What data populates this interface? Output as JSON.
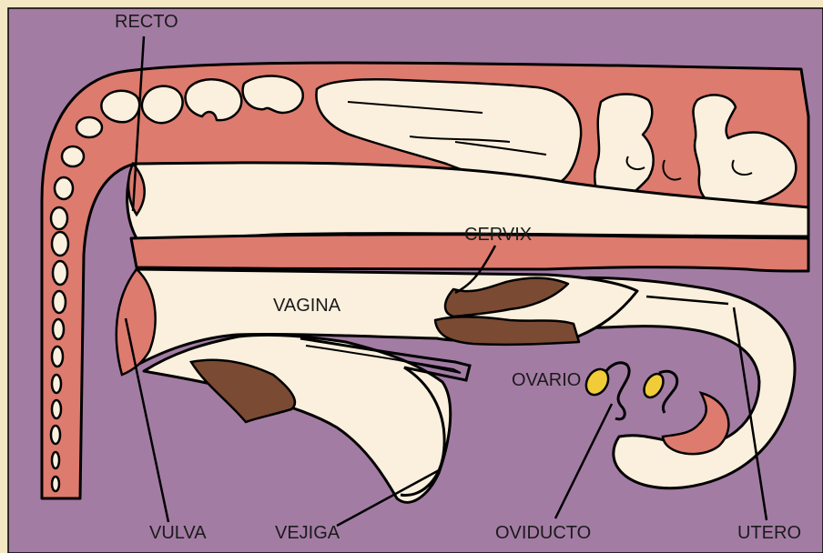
{
  "diagram": {
    "labels": {
      "recto": "RECTO",
      "cervix": "CERVIX",
      "vagina": "VAGINA",
      "ovario": "OVARIO",
      "vulva": "VULVA",
      "vejiga": "VEJIGA",
      "oviducto": "OVIDUCTO",
      "utero": "UTERO"
    },
    "colors": {
      "background": "#A37CA4",
      "frame_outer": "#F4E8C4",
      "tissue_pink": "#DD7B6E",
      "organ_cream": "#FAF0DD",
      "cervix_brown": "#7B4A33",
      "ovary_yellow": "#F2CC38",
      "outline": "#000000"
    }
  }
}
